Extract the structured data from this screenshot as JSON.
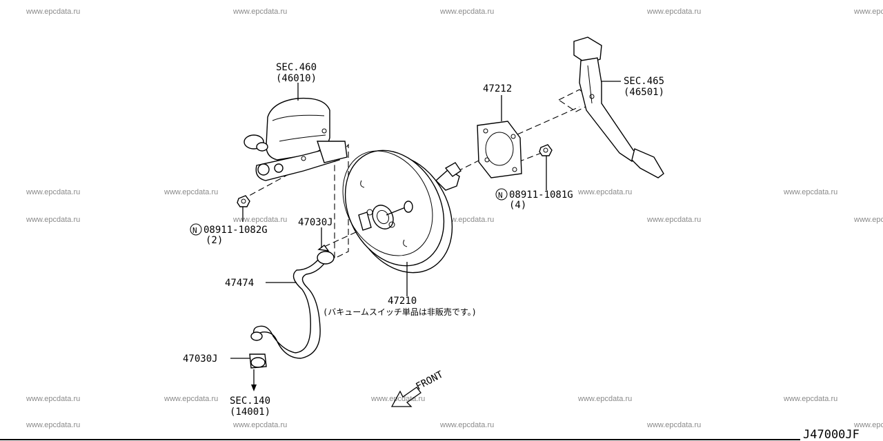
{
  "watermark": "www.epcdata.ru",
  "diagram_code": "J47000JF",
  "labels": {
    "sec460": "SEC.460",
    "sec460_sub": "(46010)",
    "sec465": "SEC.465",
    "sec465_sub": "(46501)",
    "p47212": "47212",
    "nut_08911_1081G": "08911-1081G",
    "nut_1081G_qty": "(4)",
    "nut_08911_1082G": "08911-1082G",
    "nut_1082G_qty": "(2)",
    "p47030J_upper": "47030J",
    "p47474": "47474",
    "p47210": "47210",
    "p47210_note": "(バキュームスイッチ単品は非販売です。)",
    "p47030J_lower": "47030J",
    "sec140": "SEC.140",
    "sec140_sub": "(14001)",
    "front": "FRONT",
    "n_symbol": "N"
  }
}
